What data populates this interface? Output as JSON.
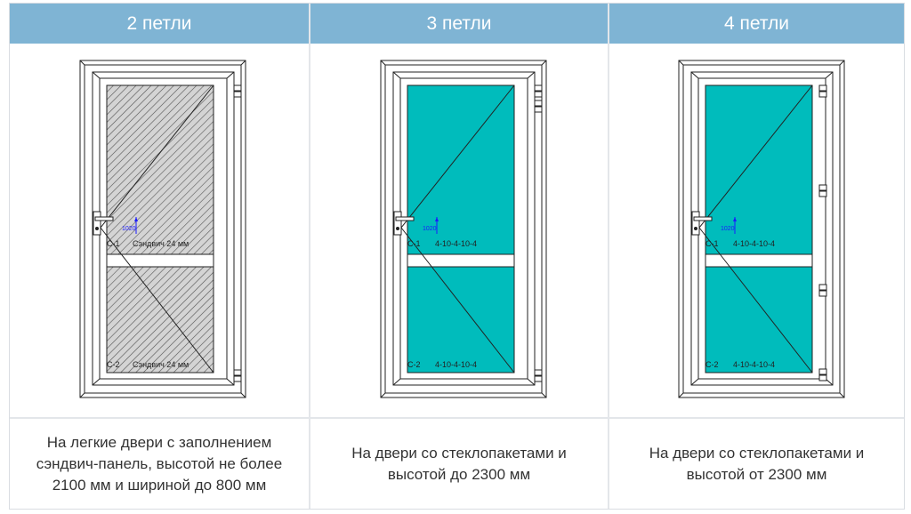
{
  "columns": [
    {
      "header": "2 петли",
      "description": "На легкие двери с заполнением сэндвич-панель, высотой не более 2100 мм и шириной до 800 мм",
      "fill": "sandwich",
      "hinges": 2,
      "dimension": "1020",
      "upper_label_code": "С-1",
      "upper_label_spec": "Сэндвич 24 мм",
      "lower_label_code": "С-2",
      "lower_label_spec": "Сэндвич 24 мм"
    },
    {
      "header": "3 петли",
      "description": "На двери со стеклопакетами и высотой до 2300 мм",
      "fill": "glass",
      "hinges": 3,
      "dimension": "1020",
      "upper_label_code": "С-1",
      "upper_label_spec": "4-10-4-10-4",
      "lower_label_code": "С-2",
      "lower_label_spec": "4-10-4-10-4"
    },
    {
      "header": "4 петли",
      "description": "На двери со стеклопакетами и высотой от 2300 мм",
      "fill": "glass",
      "hinges": 4,
      "dimension": "1020",
      "upper_label_code": "С-1",
      "upper_label_spec": "4-10-4-10-4",
      "lower_label_code": "С-2",
      "lower_label_spec": "4-10-4-10-4"
    }
  ],
  "colors": {
    "header_bg": "#7fb4d4",
    "header_text": "#ffffff",
    "glass": "#00bcbc",
    "sandwich_bg": "#d4d4d4",
    "dimension": "#1a1aff",
    "frame_line": "#222222"
  }
}
